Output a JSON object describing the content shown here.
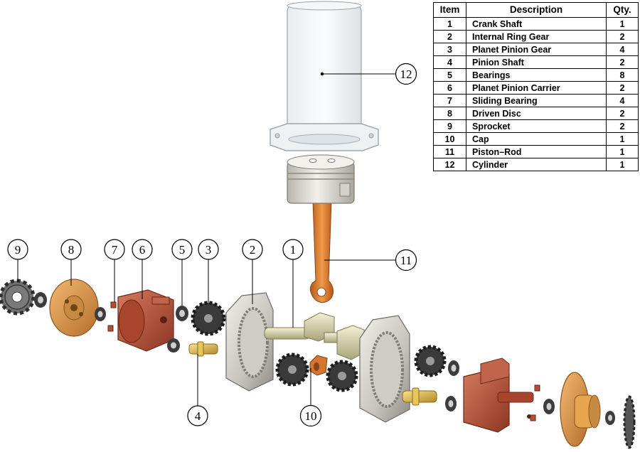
{
  "table": {
    "headers": {
      "item": "Item",
      "description": "Description",
      "qty": "Qty."
    },
    "rows": [
      {
        "item": "1",
        "description": "Crank Shaft",
        "qty": "1"
      },
      {
        "item": "2",
        "description": "Internal Ring Gear",
        "qty": "2"
      },
      {
        "item": "3",
        "description": "Planet Pinion Gear",
        "qty": "4"
      },
      {
        "item": "4",
        "description": "Pinion Shaft",
        "qty": "2"
      },
      {
        "item": "5",
        "description": "Bearings",
        "qty": "8"
      },
      {
        "item": "6",
        "description": "Planet Pinion Carrier",
        "qty": "2"
      },
      {
        "item": "7",
        "description": "Sliding Bearing",
        "qty": "4"
      },
      {
        "item": "8",
        "description": "Driven Disc",
        "qty": "2"
      },
      {
        "item": "9",
        "description": "Sprocket",
        "qty": "2"
      },
      {
        "item": "10",
        "description": "Cap",
        "qty": "1"
      },
      {
        "item": "11",
        "description": "Piston–Rod",
        "qty": "1"
      },
      {
        "item": "12",
        "description": "Cylinder",
        "qty": "1"
      }
    ]
  },
  "callouts": [
    "12",
    "9",
    "8",
    "7",
    "6",
    "5",
    "3",
    "2",
    "1",
    "11",
    "4",
    "10"
  ],
  "colors": {
    "bronze": "#c8874a",
    "gold": "#e0a040",
    "copper": "#b5523b",
    "steel": "#c9c6c0",
    "dark_gear": "#3a3a3a",
    "brass": "#d9b24e",
    "crank": "#c9c79c",
    "rod": "#d6782e"
  }
}
